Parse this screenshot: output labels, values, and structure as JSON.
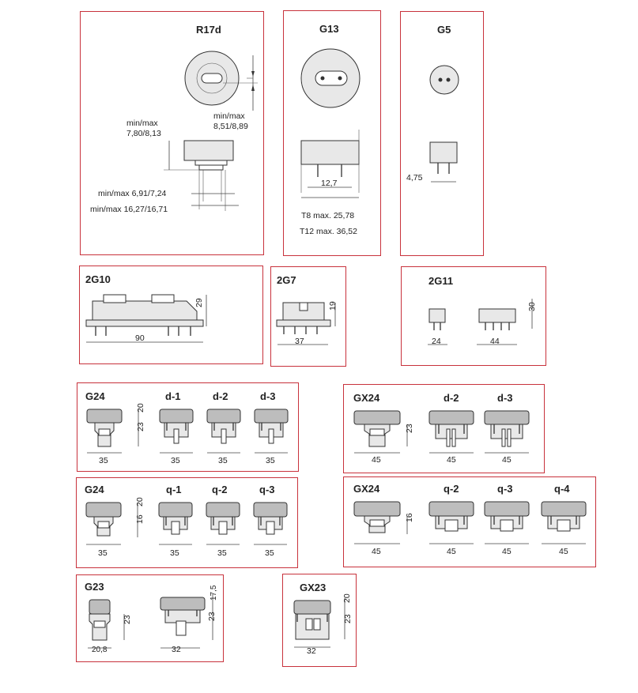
{
  "colors": {
    "frame": "#c8323c",
    "drawing": "#333333"
  },
  "panels": {
    "r17d": {
      "title": "R17d",
      "min_max_1": "min/max",
      "min_max_1_val": "7,80/8,13",
      "min_max_2": "min/max",
      "min_max_2_val": "8,51/8,89",
      "dim_a": "min/max 6,91/7,24",
      "dim_b": "min/max 16,27/16,71"
    },
    "g13": {
      "title": "G13",
      "dim": "12,7",
      "t8": "T8 max. 25,78",
      "t12": "T12 max. 36,52"
    },
    "g5": {
      "title": "G5",
      "dim": "4,75"
    },
    "2g10": {
      "title": "2G10",
      "h": "29",
      "w": "90"
    },
    "2g7": {
      "title": "2G7",
      "h": "19",
      "w": "37"
    },
    "2g11": {
      "title": "2G11",
      "h": "30",
      "w1": "24",
      "w2": "44"
    },
    "g24d": {
      "title": "G24",
      "h1": "20",
      "h2": "23",
      "w": "35",
      "v1": "d-1",
      "v2": "d-2",
      "v3": "d-3",
      "w1": "35",
      "w2": "35",
      "w3": "35"
    },
    "gx24d": {
      "title": "GX24",
      "h": "23",
      "w": "45",
      "v1": "d-2",
      "v2": "d-3",
      "w1": "45",
      "w2": "45"
    },
    "g24q": {
      "title": "G24",
      "h1": "20",
      "h2": "16",
      "w": "35",
      "v1": "q-1",
      "v2": "q-2",
      "v3": "q-3",
      "w1": "35",
      "w2": "35",
      "w3": "35"
    },
    "gx24q": {
      "title": "GX24",
      "h": "16",
      "w": "45",
      "v1": "q-2",
      "v2": "q-3",
      "v3": "q-4",
      "w1": "45",
      "w2": "45",
      "w3": "45"
    },
    "g23": {
      "title": "G23",
      "h1": "23",
      "w1": "20,8",
      "h2": "17,5",
      "h3": "23",
      "w2": "32"
    },
    "gx23": {
      "title": "GX23",
      "h1": "20",
      "h2": "23",
      "w": "32"
    }
  }
}
